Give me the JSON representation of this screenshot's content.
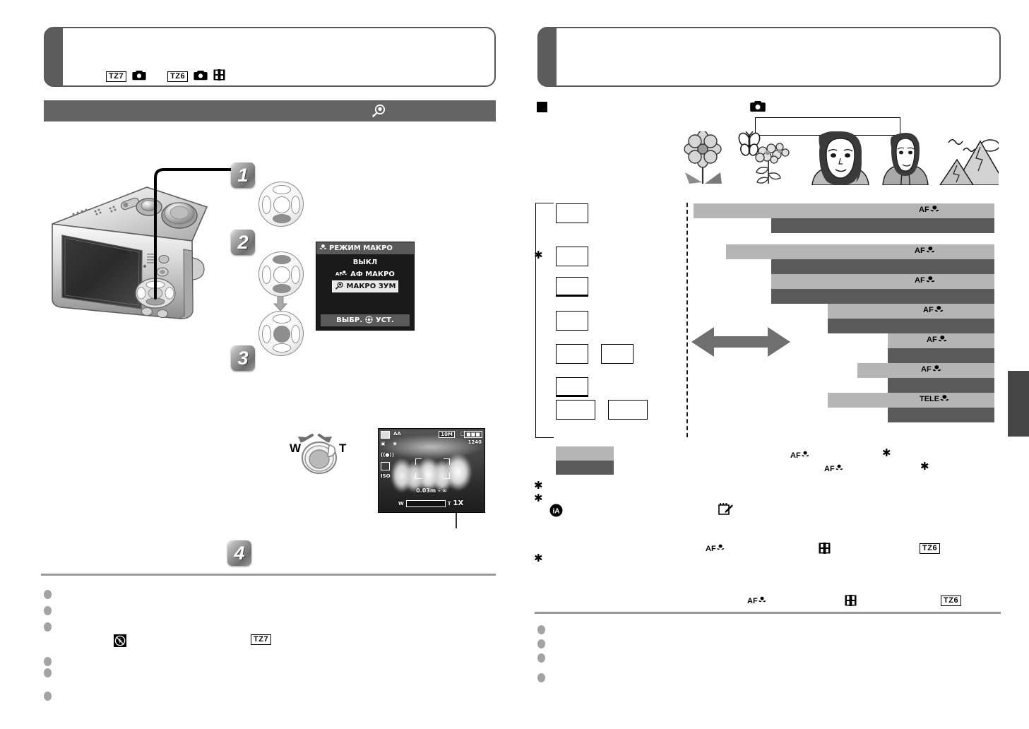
{
  "document": {
    "kind": "camera-manual-spread",
    "language": "ru",
    "left_page_number": "",
    "right_page_number": ""
  },
  "left_page": {
    "header": {
      "title": "",
      "models": [
        {
          "badge": "TZ7",
          "icons": [
            "photo-camera-icon"
          ]
        },
        {
          "badge": "TZ6",
          "icons": [
            "photo-camera-icon",
            "movie-film-icon"
          ]
        }
      ]
    },
    "section_band": {
      "label": "",
      "icon": "macro-zoom-icon"
    },
    "steps": [
      {
        "number": "1",
        "caption": ""
      },
      {
        "number": "2",
        "caption": ""
      },
      {
        "number": "3",
        "caption": ""
      },
      {
        "number": "4",
        "caption": ""
      }
    ],
    "menu_screen": {
      "title": "РЕЖИМ МАКРО",
      "title_icon": "tulip-macro-icon",
      "options": [
        {
          "label": "ВЫКЛ",
          "icon": "",
          "selected": false
        },
        {
          "label": "АФ МАКРО",
          "icon": "af-macro-icon",
          "selected": false
        },
        {
          "label": "МАКРО ЗУМ",
          "icon": "macro-zoom-icon",
          "selected": true
        }
      ],
      "footer_left": "ВЫБР.",
      "footer_right": "УСТ.",
      "footer_icon": "cursor-set-icon"
    },
    "zoom_lever": {
      "wide_label": "W",
      "tele_label": "T",
      "name": "zoom-lever"
    },
    "live_view": {
      "distance_readout": "0.03m - ∞",
      "zoom_bar_wide": "W",
      "zoom_bar_tele": "T",
      "zoom_factor": "1X",
      "status_icons": [
        "rec-mode-icon",
        "af-macro-icon",
        "face-detect-icon",
        "macro-zoom-icon",
        "stabilizer-icon",
        "af-area-icon",
        "iso-auto-icon"
      ],
      "picture_size": "10M",
      "quality_icon": "fine-quality-icon",
      "battery_icon": "battery-full-icon",
      "shots_remaining": "1240"
    },
    "notes": [
      {
        "text": "",
        "icons": []
      },
      {
        "text": "",
        "icons": []
      },
      {
        "text": "",
        "icons": [
          "TZ7"
        ]
      },
      {
        "text": "",
        "icons": [
          "flash-off-icon"
        ]
      },
      {
        "text": "",
        "icons": []
      },
      {
        "text": "",
        "icons": []
      }
    ]
  },
  "right_page": {
    "header": {
      "title": ""
    },
    "subhead": {
      "marker": "square-bullet",
      "title": "",
      "icon": "photo-camera-icon",
      "box_label": ""
    },
    "scene_illustrations": [
      "flower-icon",
      "butterfly-flowers-icon",
      "portrait-closeup-icon",
      "portrait-person-icon",
      "mountain-landscape-icon"
    ],
    "chart_data": {
      "type": "bar",
      "title": "",
      "xlabel": "",
      "ylabel": "",
      "orientation": "horizontal",
      "legend_position": "bottom-left",
      "grid": false,
      "axis_marker": "camera-top-view-icon",
      "range_arrow": "double-headed-arrow",
      "categories": [
        "",
        "",
        "",
        "",
        "",
        "",
        ""
      ],
      "legend": [
        {
          "name": "wide-range",
          "color": "#b5b5b5"
        },
        {
          "name": "tele-range",
          "color": "#5a5a5a"
        }
      ],
      "series": [
        {
          "name": "wide",
          "color": "#b5b5b5",
          "starts": [
            0,
            13,
            26,
            40,
            50,
            40,
            26
          ],
          "ends": [
            100,
            100,
            100,
            100,
            100,
            100,
            100
          ]
        },
        {
          "name": "tele",
          "color": "#5a5a5a",
          "starts": [
            26,
            26,
            26,
            40,
            50,
            50,
            50
          ],
          "ends": [
            100,
            100,
            100,
            100,
            100,
            100,
            100
          ]
        }
      ],
      "row_labels": [
        "AF❀",
        "AF❀",
        "AF❀",
        "AF❀",
        "AF❀",
        "AF❀",
        "TELE❀"
      ],
      "row_label_text": [
        "AF",
        "AF",
        "AF",
        "AF",
        "AF",
        "AF",
        "TELE"
      ],
      "row_label_icon": "tulip-macro-icon"
    },
    "mode_boxes": [
      {
        "row": 1,
        "cells": [
          ""
        ],
        "emphasis": false
      },
      {
        "row": 2,
        "cells": [
          ""
        ],
        "emphasis": false
      },
      {
        "row": 3,
        "cells": [
          ""
        ],
        "emphasis": true
      },
      {
        "row": 4,
        "cells": [
          ""
        ],
        "emphasis": false
      },
      {
        "row": 5,
        "cells": [
          "",
          ""
        ],
        "emphasis": false
      },
      {
        "row": 6,
        "cells": [
          ""
        ],
        "emphasis": true
      },
      {
        "row": 7,
        "cells": [
          "",
          ""
        ],
        "emphasis": false
      }
    ],
    "footnotes": [
      {
        "marker": "*",
        "text": "",
        "icons": [
          "af-macro-icon"
        ]
      },
      {
        "marker": "*",
        "text": "",
        "icons": [
          "af-macro-icon"
        ]
      },
      {
        "marker": "",
        "text": "",
        "icons": [
          "intelligent-auto-icon",
          "memo-note-icon"
        ]
      },
      {
        "marker": "*",
        "text": "",
        "icons": [
          "af-macro-icon",
          "movie-film-icon",
          "TZ6"
        ]
      },
      {
        "marker": "",
        "text": "",
        "icons": [
          "af-macro-icon",
          "movie-film-icon",
          "TZ6"
        ]
      }
    ],
    "notes": [
      {
        "text": ""
      },
      {
        "text": ""
      },
      {
        "text": ""
      },
      {
        "text": ""
      }
    ],
    "edge_tab": {
      "name": "page-edge-tab",
      "color": "#454545"
    }
  },
  "colors": {
    "band": "#646464",
    "header_tab": "#5c5c5c",
    "bar_light": "#b5b5b5",
    "bar_dark": "#5a5a5a",
    "rule": "#9a9a9a",
    "bullet": "#a3a3a3",
    "edge_tab": "#454545"
  }
}
